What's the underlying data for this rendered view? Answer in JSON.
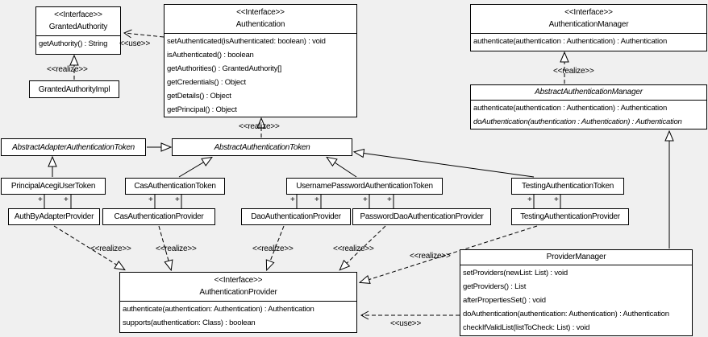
{
  "diagram": {
    "type": "uml-class-diagram",
    "background_color": "#f0f0f0",
    "box_fill_color": "#ffffff",
    "line_color": "#000000"
  },
  "labels": {
    "use": "<<use>>",
    "realize": "<<realize>>",
    "plus": "+"
  },
  "classes": {
    "granted_authority": {
      "stereotype": "<<Interface>>",
      "name": "GrantedAuthority",
      "methods": [
        "getAuthority() : String"
      ]
    },
    "granted_authority_impl": {
      "name": "GrantedAuthorityImpl"
    },
    "authentication": {
      "stereotype": "<<Interface>>",
      "name": "Authentication",
      "methods": [
        "setAuthenticated(isAuthenticated: boolean) : void",
        "isAuthenticated() : boolean",
        "getAuthorities() : GrantedAuthority[]",
        "getCredentials() : Object",
        "getDetails() : Object",
        "getPrincipal() : Object"
      ]
    },
    "authentication_manager": {
      "stereotype": "<<Interface>>",
      "name": "AuthenticationManager",
      "methods": [
        "authenticate(authentication : Authentication) : Authentication"
      ]
    },
    "abstract_authentication_manager": {
      "name": "AbstractAuthenticationManager",
      "methods": [
        "authenticate(authentication : Authentication) : Authentication",
        "doAuthentication(authentication : Authentication) : Authentication"
      ]
    },
    "abstract_adapter_authentication_token": {
      "name": "AbstractAdapterAuthenticationToken"
    },
    "abstract_authentication_token": {
      "name": "AbstractAuthenticationToken"
    },
    "principal_acegi_user_token": {
      "name": "PrincipalAcegiUserToken"
    },
    "cas_authentication_token": {
      "name": "CasAuthenticationToken"
    },
    "username_password_authentication_token": {
      "name": "UsernamePasswordAuthenticationToken"
    },
    "testing_authentication_token": {
      "name": "TestingAuthenticationToken"
    },
    "auth_by_adapter_provider": {
      "name": "AuthByAdapterProvider"
    },
    "cas_authentication_provider": {
      "name": "CasAuthenticationProvider"
    },
    "dao_authentication_provider": {
      "name": "DaoAuthenticationProvider"
    },
    "password_dao_authentication_provider": {
      "name": "PasswordDaoAuthenticationProvider"
    },
    "testing_authentication_provider": {
      "name": "TestingAuthenticationProvider"
    },
    "authentication_provider": {
      "stereotype": "<<Interface>>",
      "name": "AuthenticationProvider",
      "methods": [
        "authenticate(authentication: Authentication) : Authentication",
        "supports(authentication: Class) : boolean"
      ]
    },
    "provider_manager": {
      "name": "ProviderManager",
      "methods": [
        "setProviders(newList: List) : void",
        "getProviders() : List",
        "afterPropertiesSet() : void",
        "doAuthentication(authentication: Authentication) : Authentication",
        "checkIfValidList(listToCheck: List) : void"
      ]
    }
  }
}
